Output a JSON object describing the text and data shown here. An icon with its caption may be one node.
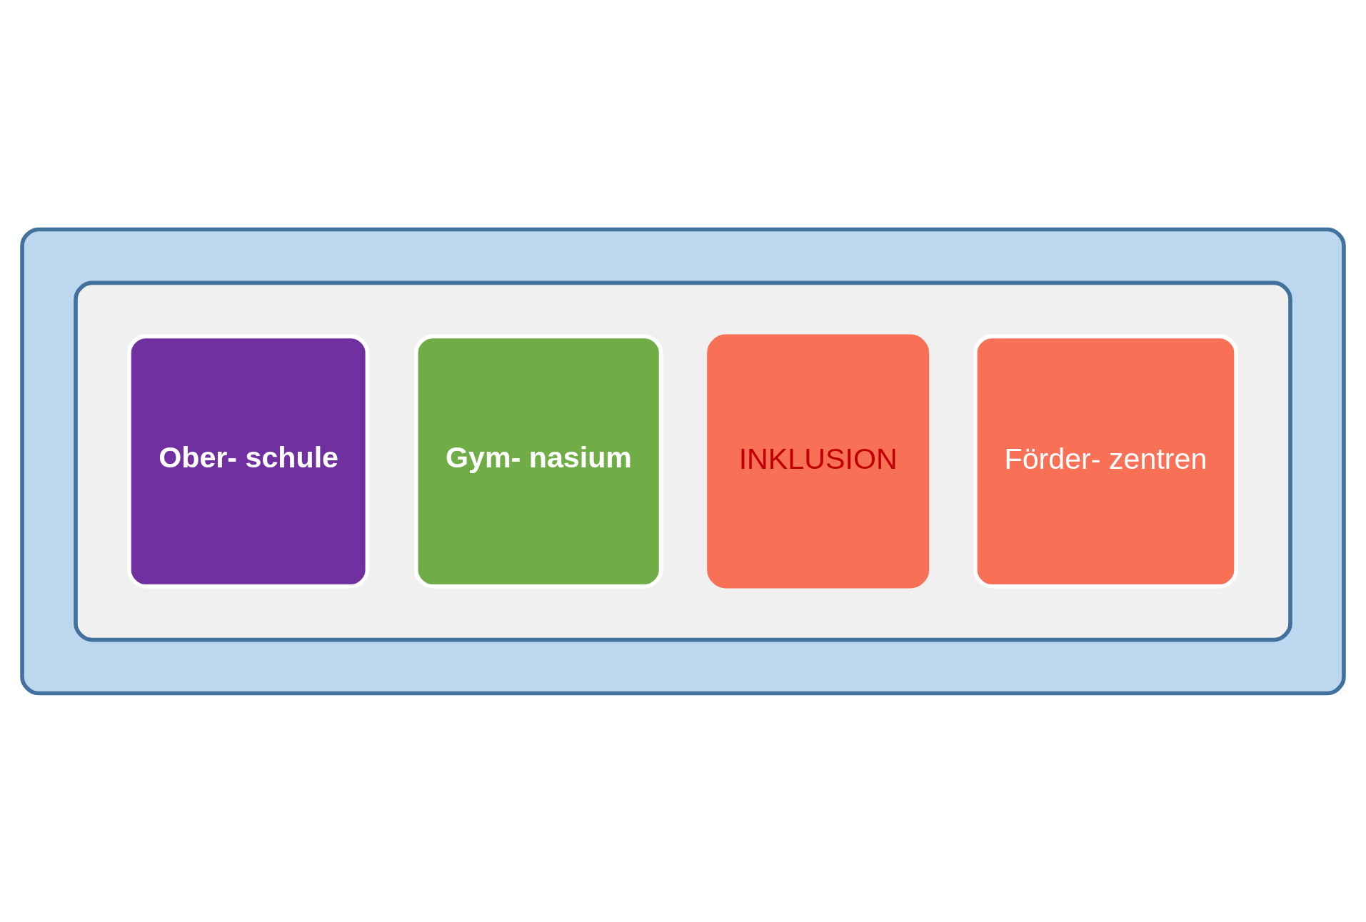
{
  "diagram": {
    "nodes": [
      {
        "text": [],
        "shape": "box"
      },
      {
        "text": [],
        "shape": "box",
        "in": 0
      },
      {
        "text": [
          "Ober- schule"
        ],
        "in": 1
      },
      {
        "text": [
          "Gym- nasium"
        ],
        "in": 1
      },
      {
        "text": [
          "INKLUSION"
        ],
        "in": 1
      },
      {
        "text": [
          "Förder- zentren"
        ],
        "in": 1
      }
    ],
    "edges": []
  }
}
